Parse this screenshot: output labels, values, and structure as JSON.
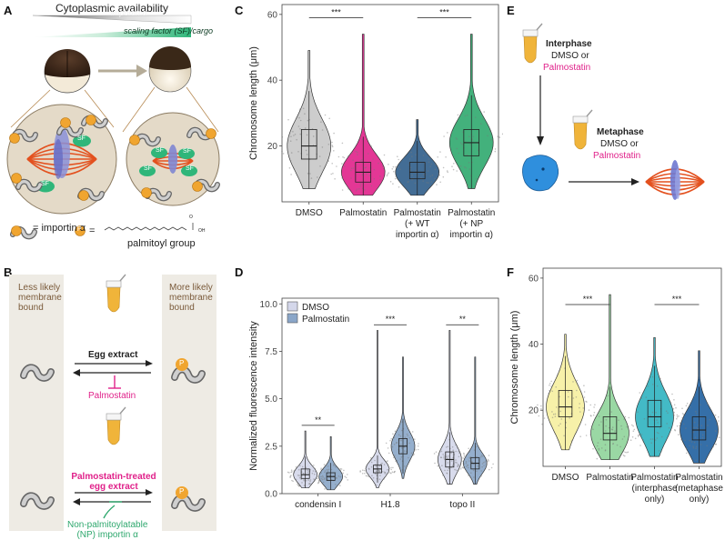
{
  "panels": {
    "A": {
      "label": "A",
      "gradient_title": "Cytoplasmic availability",
      "importin_label": "importin α",
      "sf_label": "scaling factor (SF)/cargo",
      "sf_short": "SF",
      "p_short": "P",
      "legend_importin": "= importin α",
      "legend_equals": "=",
      "legend_palmitoyl": "palmitoyl group",
      "oh": "OH",
      "o": "O"
    },
    "B": {
      "label": "B",
      "less_likely": [
        "Less likely",
        "membrane",
        "bound"
      ],
      "more_likely": [
        "More likely",
        "membrane",
        "bound"
      ],
      "egg_extract": "Egg extract",
      "palmostatin": "Palmostatin",
      "treated": [
        "Palmostatin-treated",
        "egg extract"
      ],
      "np": [
        "Non-palmitoylatable",
        "(NP) importin α"
      ],
      "p_short": "P"
    },
    "C": {
      "label": "C",
      "ylabel": "Chromosome length (μm)",
      "sig1": "***",
      "sig2": "***",
      "colors": [
        "#c8c8c8",
        "#e0218a",
        "#2f5d8a",
        "#2fa86e"
      ]
    },
    "D": {
      "label": "D",
      "ylabel": "Normalized fluorescence intensity",
      "legend": [
        "DMSO",
        "Palmostatin"
      ],
      "sig": [
        "**",
        "***",
        "**"
      ],
      "colors": [
        "#d4d7ea",
        "#8aa6c8"
      ]
    },
    "E": {
      "label": "E",
      "interphase": "Interphase",
      "metaphase": "Metaphase",
      "dmso_or": "DMSO or",
      "palmostatin": "Palmostatin"
    },
    "F": {
      "label": "F",
      "ylabel": "Chromosome length (μm)",
      "sig1": "***",
      "sig2": "***",
      "colors": [
        "#f6f0a0",
        "#8fd49a",
        "#2fb3c0",
        "#1f5f9f"
      ]
    }
  },
  "chart_data": [
    {
      "type": "violin",
      "panel": "C",
      "ylabel": "Chromosome length (μm)",
      "categories": [
        "DMSO",
        "Palmostatin",
        "Palmostatin (+ WT importin α)",
        "Palmostatin (+ NP importin α)"
      ],
      "category_lines": [
        [
          "DMSO"
        ],
        [
          "Palmostatin"
        ],
        [
          "Palmostatin",
          "(+ WT",
          "importin α)"
        ],
        [
          "Palmostatin",
          "(+ NP",
          "importin α)"
        ]
      ],
      "medians": [
        20,
        12,
        12,
        21
      ],
      "q1": [
        16,
        9,
        10,
        17
      ],
      "q3": [
        25,
        15,
        15,
        25
      ],
      "min": [
        7,
        5,
        5,
        7
      ],
      "max": [
        49,
        54,
        28,
        54
      ],
      "ylim": [
        3,
        63
      ],
      "yticks": [
        20,
        40,
        60
      ],
      "significance": [
        {
          "pair": [
            0,
            1
          ],
          "label": "***"
        },
        {
          "pair": [
            2,
            3
          ],
          "label": "***"
        }
      ]
    },
    {
      "type": "violin",
      "panel": "D",
      "ylabel": "Normalized fluorescence intensity",
      "categories": [
        "condensin I",
        "H1.8",
        "topo II"
      ],
      "series": [
        {
          "name": "DMSO",
          "medians": [
            1.0,
            1.3,
            1.8
          ],
          "q1": [
            0.8,
            1.1,
            1.4
          ],
          "q3": [
            1.3,
            1.5,
            2.2
          ],
          "min": [
            0.3,
            0.3,
            0.5
          ],
          "max": [
            3.3,
            8.6,
            8.6
          ]
        },
        {
          "name": "Palmostatin",
          "medians": [
            0.9,
            2.5,
            1.6
          ],
          "q1": [
            0.7,
            2.1,
            1.3
          ],
          "q3": [
            1.1,
            2.9,
            1.9
          ],
          "min": [
            0.2,
            0.8,
            0.5
          ],
          "max": [
            3.0,
            7.2,
            7.2
          ]
        }
      ],
      "ylim": [
        0,
        10.3
      ],
      "yticks": [
        0.0,
        2.5,
        5.0,
        7.5,
        10.0
      ],
      "ytick_labels": [
        "0.0",
        "2.5",
        "5.0",
        "7.5",
        "10.0"
      ],
      "significance": [
        {
          "group": 0,
          "label": "**"
        },
        {
          "group": 1,
          "label": "***"
        },
        {
          "group": 2,
          "label": "**"
        }
      ]
    },
    {
      "type": "violin",
      "panel": "F",
      "ylabel": "Chromosome length (μm)",
      "categories": [
        "DMSO",
        "Palmostatin",
        "Palmostatin (interphase only)",
        "Palmostatin (metaphase only)"
      ],
      "category_lines": [
        [
          "DMSO"
        ],
        [
          "Palmostatin"
        ],
        [
          "Palmostatin",
          "(interphase",
          "only)"
        ],
        [
          "Palmostatin",
          "(metaphase",
          "only)"
        ]
      ],
      "medians": [
        21,
        13,
        18,
        14
      ],
      "q1": [
        18,
        11,
        15,
        11
      ],
      "q3": [
        26,
        18,
        23,
        18
      ],
      "min": [
        8,
        5,
        6,
        4
      ],
      "max": [
        43,
        55,
        42,
        38
      ],
      "ylim": [
        3,
        63
      ],
      "yticks": [
        20,
        40,
        60
      ],
      "significance": [
        {
          "pair": [
            0,
            1
          ],
          "label": "***"
        },
        {
          "pair": [
            2,
            3
          ],
          "label": "***"
        }
      ]
    }
  ]
}
